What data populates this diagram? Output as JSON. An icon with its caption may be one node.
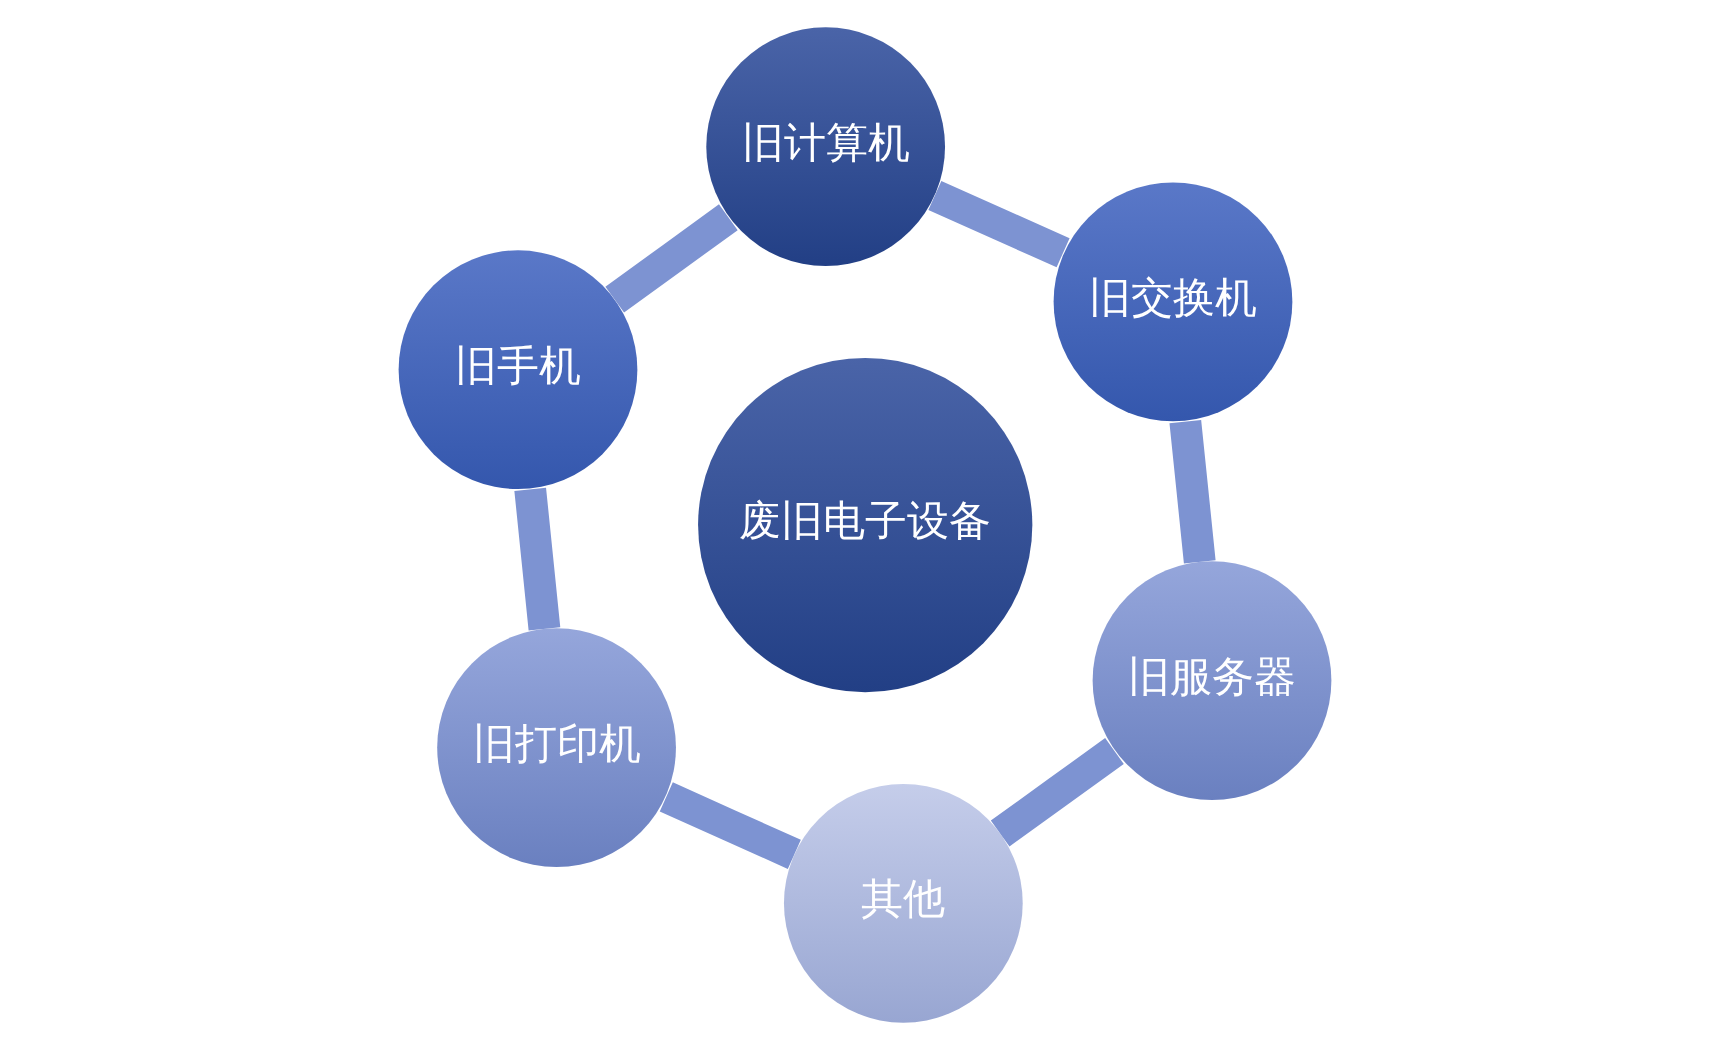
{
  "diagram": {
    "nodes": [
      {
        "text": [
          "旧计算机"
        ]
      },
      {
        "text": [
          "旧交换机"
        ]
      },
      {
        "text": [
          "旧手机"
        ]
      },
      {
        "text": [
          "废旧电子设备"
        ]
      },
      {
        "text": [
          "旧服务器"
        ]
      },
      {
        "text": [
          "旧打印机"
        ]
      },
      {
        "text": [
          "其他"
        ]
      }
    ],
    "edges": [
      {
        "from": 0,
        "to": 2,
        "arrow": "none"
      },
      {
        "from": 2,
        "to": 5,
        "arrow": "none"
      },
      {
        "from": 5,
        "to": 6,
        "arrow": "none"
      },
      {
        "from": 6,
        "to": 4,
        "arrow": "none"
      },
      {
        "from": 4,
        "to": 1,
        "arrow": "none"
      },
      {
        "from": 1,
        "to": 0,
        "arrow": "none"
      }
    ]
  }
}
